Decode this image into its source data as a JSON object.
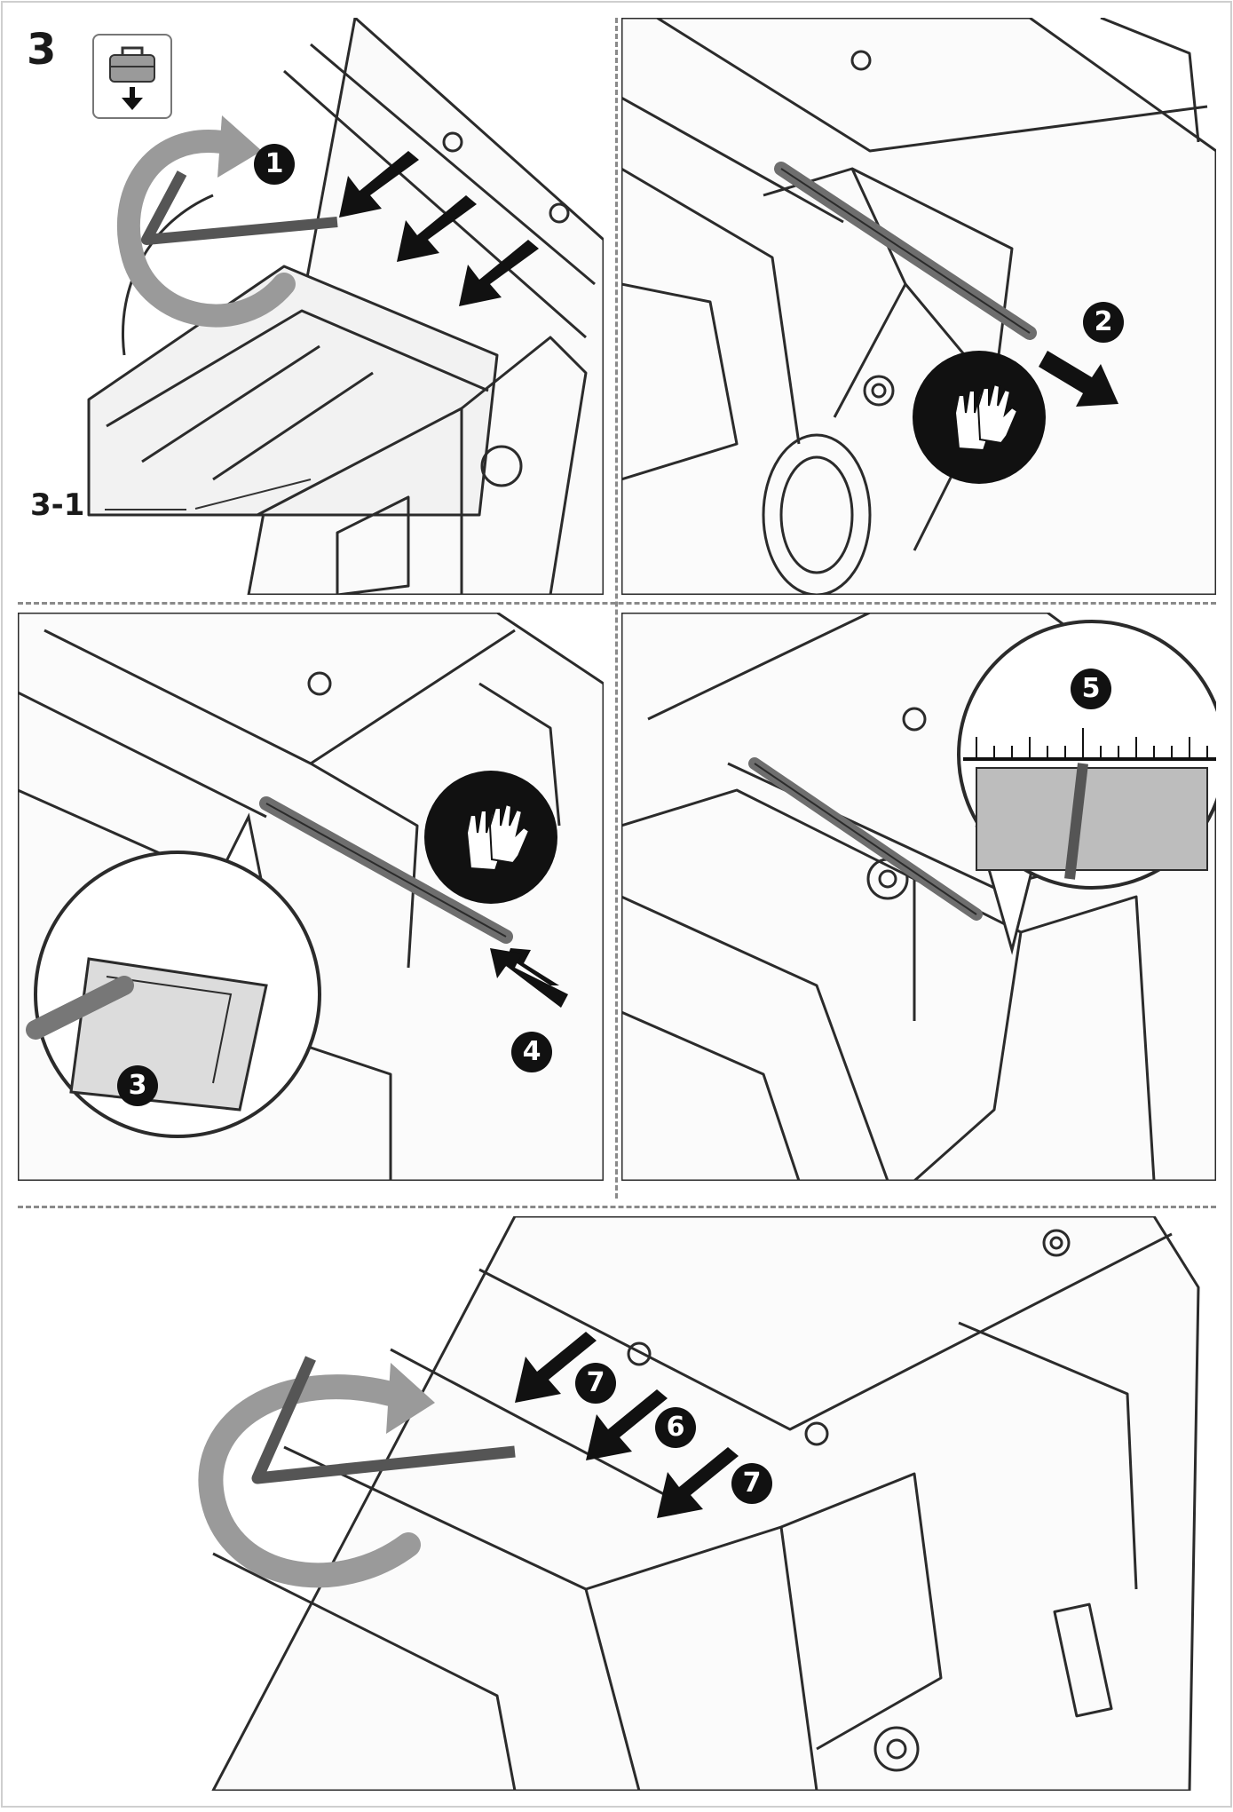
{
  "figure": {
    "number": "3",
    "reference_label": "3-1"
  },
  "icons": {
    "storage": "toolbox-down-arrow-icon",
    "gloves": "protective-gloves-icon",
    "allen_key": "hex-key-icon",
    "rotate": "rotate-arrow-icon"
  },
  "steps": [
    {
      "id": "1",
      "label": "1"
    },
    {
      "id": "2",
      "label": "2"
    },
    {
      "id": "3",
      "label": "3"
    },
    {
      "id": "4",
      "label": "4"
    },
    {
      "id": "5",
      "label": "5"
    },
    {
      "id": "6",
      "label": "6"
    },
    {
      "id": "7a",
      "label": "7"
    },
    {
      "id": "7b",
      "label": "7"
    }
  ],
  "colors": {
    "line": "#2b2b2b",
    "arrow": "#111111",
    "gray_arrow": "#9a9a9a",
    "blade": "#6e6e6e",
    "divider": "#8a8a8a"
  }
}
